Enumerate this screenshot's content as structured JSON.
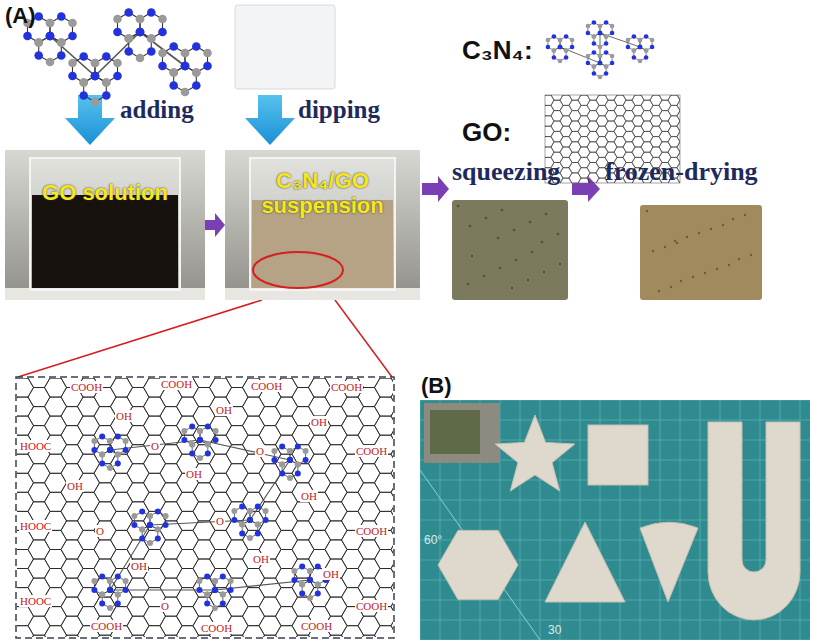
{
  "diagram": {
    "nodes": [
      {
        "text": [
          "GO solution"
        ]
      },
      {
        "text": [
          "C₃N₄/GO suspension"
        ]
      }
    ],
    "edges": [
      {
        "from": 0,
        "to": 1,
        "arrow": "to"
      }
    ],
    "labels": [
      "(A)",
      "adding",
      "dipping",
      "C₃N₄:",
      "GO:",
      "squeezing",
      "frozen-drying",
      "COOH",
      "COOH",
      "COOH",
      "COOH",
      "HOOC",
      "HOOC",
      "HOOC",
      "COOH",
      "COOH",
      "COOH",
      "COOH",
      "COOH",
      "COOH",
      "OH",
      "OH",
      "OH",
      "OH",
      "OH",
      "OH",
      "OH",
      "OH",
      "OH",
      "O",
      "O",
      "O",
      "O",
      "O",
      "(B)",
      "60°",
      "30"
    ]
  }
}
